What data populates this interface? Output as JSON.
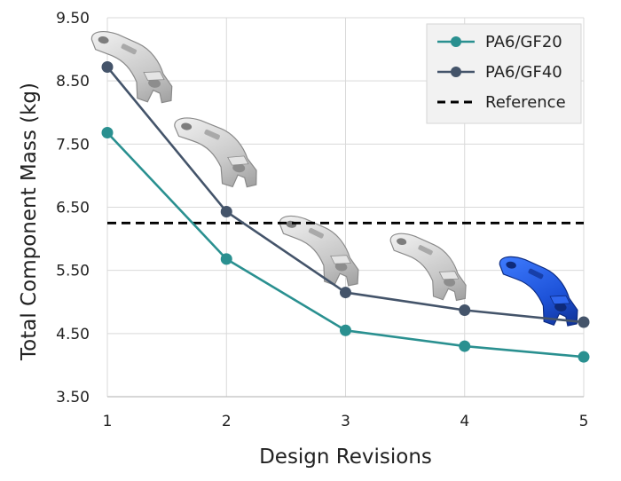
{
  "chart_data": {
    "type": "line",
    "title": "",
    "xlabel": "Design Revisions",
    "ylabel": "Total Component Mass (kg)",
    "x": [
      1,
      2,
      3,
      4,
      5
    ],
    "xlim": [
      1,
      5
    ],
    "ylim": [
      3.5,
      9.5
    ],
    "x_ticks": [
      "1",
      "2",
      "3",
      "4",
      "5"
    ],
    "y_ticks": [
      "3.50",
      "4.50",
      "5.50",
      "6.50",
      "7.50",
      "8.50",
      "9.50"
    ],
    "grid": true,
    "legend_position": "top-right",
    "series": [
      {
        "name": "PA6/GF20",
        "color": "#2a9090",
        "values": [
          7.68,
          5.68,
          4.55,
          4.3,
          4.13
        ]
      },
      {
        "name": "PA6/GF40",
        "color": "#44546a",
        "values": [
          8.72,
          6.43,
          5.15,
          4.87,
          4.68
        ]
      }
    ],
    "reference": {
      "name": "Reference",
      "value": 6.25,
      "color": "#000000"
    },
    "part_images": [
      "grey",
      "grey",
      "grey",
      "grey",
      "blue"
    ]
  }
}
